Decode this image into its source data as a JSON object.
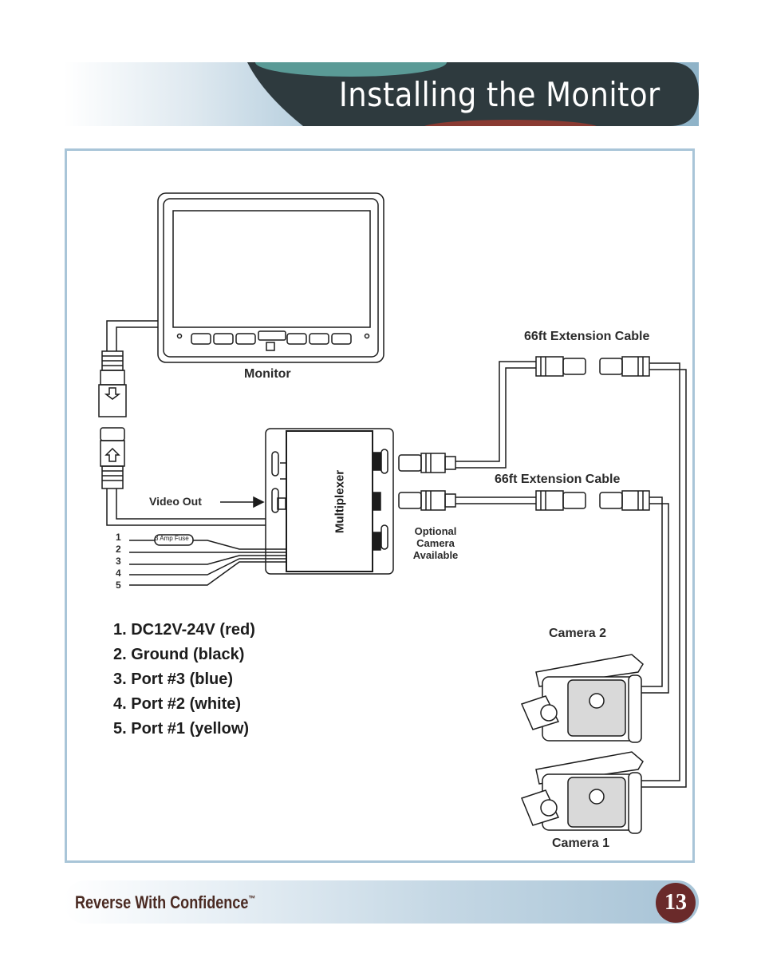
{
  "header": {
    "title": "Installing the Monitor"
  },
  "diagram": {
    "monitor_label": "Monitor",
    "multiplexer_label": "Multiplexer",
    "video_out_label": "Video Out",
    "fuse_label": "3 Amp Fuse",
    "extension_cable_top": "66ft Extension Cable",
    "extension_cable_mid": "66ft Extension Cable",
    "optional_camera": [
      "Optional",
      "Camera",
      "Available"
    ],
    "camera2_label": "Camera 2",
    "camera1_label": "Camera 1",
    "wire_numbers": [
      "1",
      "2",
      "3",
      "4",
      "5"
    ]
  },
  "legend": {
    "items": [
      "1. DC12V-24V (red)",
      "2. Ground (black)",
      "3. Port #3 (blue)",
      "4. Port #2 (white)",
      "5. Port #1 (yellow)"
    ]
  },
  "footer": {
    "tagline": "Reverse With Confidence",
    "trademark": "™",
    "page_number": "13"
  },
  "colors": {
    "header_dark": "#2e3a3e",
    "header_teal": "#5a9a96",
    "header_red": "#8a3a32",
    "frame_border": "#a9c5d8",
    "page_badge": "#6a2a2a"
  }
}
